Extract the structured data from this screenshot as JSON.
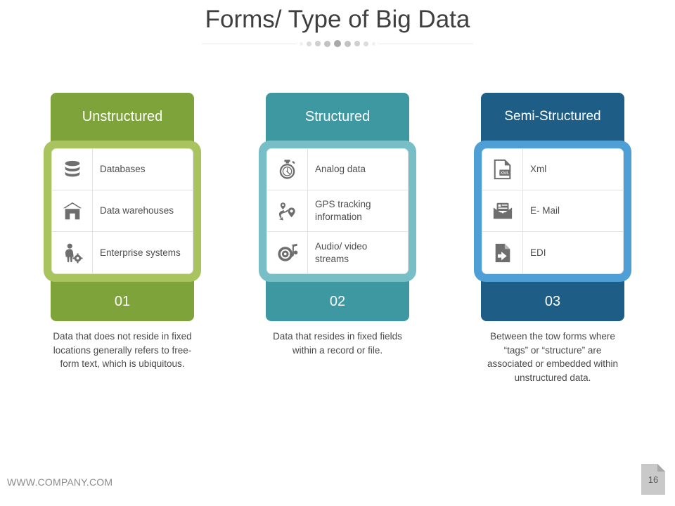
{
  "slide": {
    "title": "Forms/ Type of Big Data",
    "divider_dots": 9,
    "footer_url": "WWW.COMPANY.COM",
    "page_number": "16"
  },
  "colors": {
    "green_header": "#7FA33B",
    "green_ring": "#A9C45F",
    "teal_header": "#3E98A1",
    "teal_ring": "#77BEC6",
    "blue_header": "#1E5E86",
    "blue_ring": "#4D9FD6",
    "title_text": "#3f3f3f",
    "body_text": "#4a4a4a",
    "icon_gray": "#6e6e6e"
  },
  "columns": [
    {
      "title": "Unstructured",
      "number": "01",
      "header_color": "#7FA33B",
      "ring_color": "#A9C45F",
      "items": [
        {
          "icon": "database-icon",
          "label": "Databases"
        },
        {
          "icon": "warehouse-icon",
          "label": "Data warehouses"
        },
        {
          "icon": "person-gear-icon",
          "label": "Enterprise systems"
        }
      ],
      "description": "Data that does not reside in fixed locations generally refers to free-form text, which is ubiquitous."
    },
    {
      "title": "Structured",
      "number": "02",
      "header_color": "#3E98A1",
      "ring_color": "#77BEC6",
      "items": [
        {
          "icon": "stopwatch-icon",
          "label": "Analog data"
        },
        {
          "icon": "gps-route-icon",
          "label": "GPS tracking information"
        },
        {
          "icon": "audio-video-icon",
          "label": "Audio/ video streams"
        }
      ],
      "description": "Data that resides in fixed fields within a record or file."
    },
    {
      "title": "Semi-Structured",
      "number": "03",
      "header_color": "#1E5E86",
      "ring_color": "#4D9FD6",
      "items": [
        {
          "icon": "xml-file-icon",
          "label": "Xml"
        },
        {
          "icon": "email-icon",
          "label": "E- Mail"
        },
        {
          "icon": "edi-file-icon",
          "label": "EDI"
        }
      ],
      "description": "Between the tow forms where “tags” or “structure” are associated or embedded within unstructured data."
    }
  ]
}
